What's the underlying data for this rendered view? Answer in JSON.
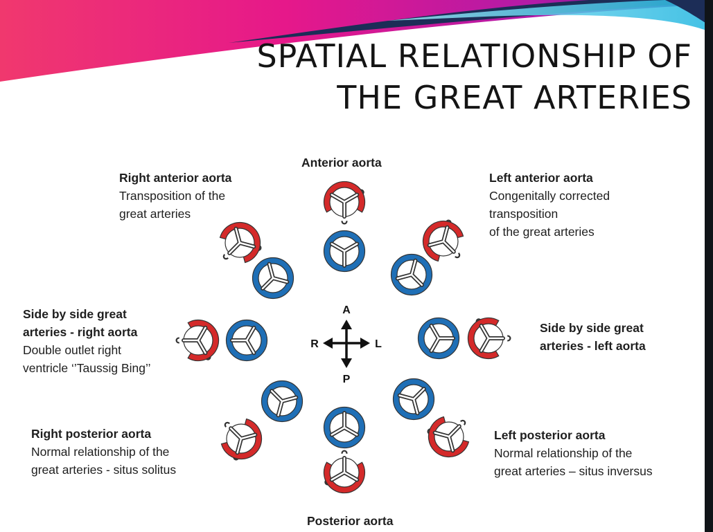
{
  "slide": {
    "title_line1": "SPATIAL RELATIONSHIP OF",
    "title_line2": "THE GREAT ARTERIES"
  },
  "labels": {
    "anterior": {
      "heading": "Anterior aorta"
    },
    "posterior": {
      "heading": "Posterior aorta"
    },
    "right_anterior": {
      "heading": "Right anterior aorta",
      "lines": [
        "Transposition of the",
        "great arteries"
      ]
    },
    "left_anterior": {
      "heading": "Left anterior aorta",
      "lines": [
        "Congenitally corrected",
        "transposition",
        "of the great arteries"
      ]
    },
    "right_side": {
      "heading": [
        "Side by side great",
        "arteries - right aorta"
      ],
      "lines": [
        "Double outlet right",
        "ventricle ‘’Taussig Bing’’"
      ]
    },
    "left_side": {
      "heading": [
        "Side by side great",
        "arteries - left aorta"
      ]
    },
    "right_posterior": {
      "heading": "Right posterior aorta",
      "lines": [
        "Normal relationship of the",
        "great arteries - situs solitus"
      ]
    },
    "left_posterior": {
      "heading": "Left posterior aorta",
      "lines": [
        "Normal relationship of the",
        "great arteries – situs inversus"
      ]
    }
  },
  "compass": {
    "up": "A",
    "down": "P",
    "left": "R",
    "right": "L"
  },
  "colors": {
    "aorta": "#d42a2a",
    "pulmonary": "#1f6fb6",
    "valve_lines": "#333333",
    "banner_magenta": "#e6188a",
    "banner_navy": "#1c2d57",
    "banner_cyan": "#2bc4e6"
  },
  "icons": [
    "aortic-valve-icon",
    "pulmonary-valve-icon",
    "compass-arrows-icon"
  ]
}
